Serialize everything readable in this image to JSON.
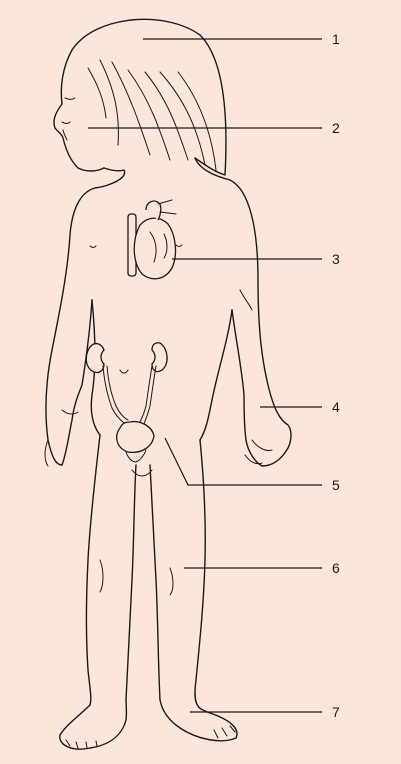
{
  "colors": {
    "background": "#fbe6dc",
    "ink": "#1a1a1a"
  },
  "callouts": [
    {
      "label": "1"
    },
    {
      "label": "2"
    },
    {
      "label": "3"
    },
    {
      "label": "4"
    },
    {
      "label": "5"
    },
    {
      "label": "6"
    },
    {
      "label": "7"
    }
  ]
}
